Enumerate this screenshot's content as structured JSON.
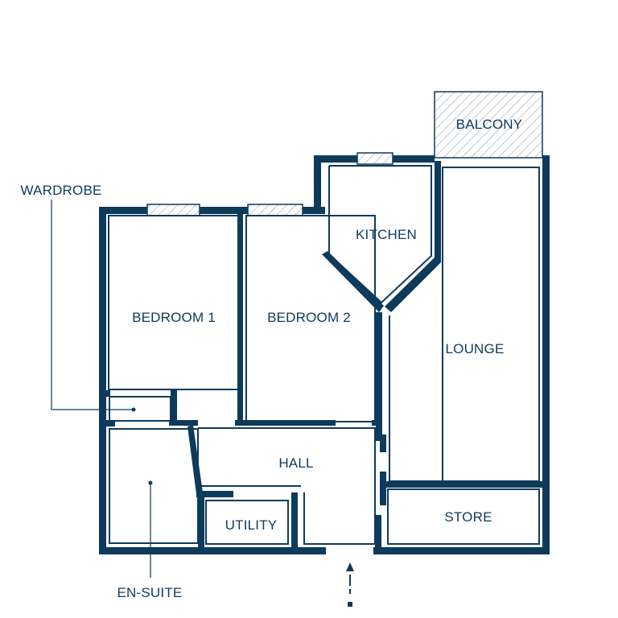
{
  "rooms": {
    "balcony": "BALCONY",
    "kitchen": "KITCHEN",
    "bedroom1": "BEDROOM 1",
    "bedroom2": "BEDROOM 2",
    "lounge": "LOUNGE",
    "hall": "HALL",
    "utility": "UTILITY",
    "store": "STORE"
  },
  "callouts": {
    "wardrobe": "WARDROBE",
    "ensuite": "EN-SUITE"
  },
  "colors": {
    "wall": "#0e3a5c",
    "background": "#ffffff"
  },
  "icons": {
    "entrance": "entrance-arrow-icon"
  }
}
